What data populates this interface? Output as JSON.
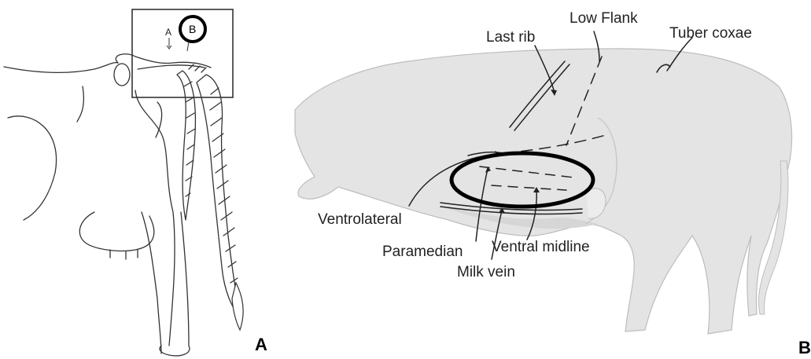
{
  "panel_a": {
    "letter": "A",
    "marker_a": "A",
    "marker_b": "B"
  },
  "panel_b": {
    "letter": "B",
    "labels": {
      "last_rib": "Last rib",
      "low_flank": "Low Flank",
      "tuber_coxae": "Tuber coxae",
      "ventrolateral": "Ventrolateral",
      "paramedian": "Paramedian",
      "ventral_midline": "Ventral midline",
      "milk_vein": "Milk vein"
    }
  },
  "colors": {
    "line": "#222222",
    "body_fill": "#e6e6e6",
    "highlight_circle": "#000000"
  }
}
